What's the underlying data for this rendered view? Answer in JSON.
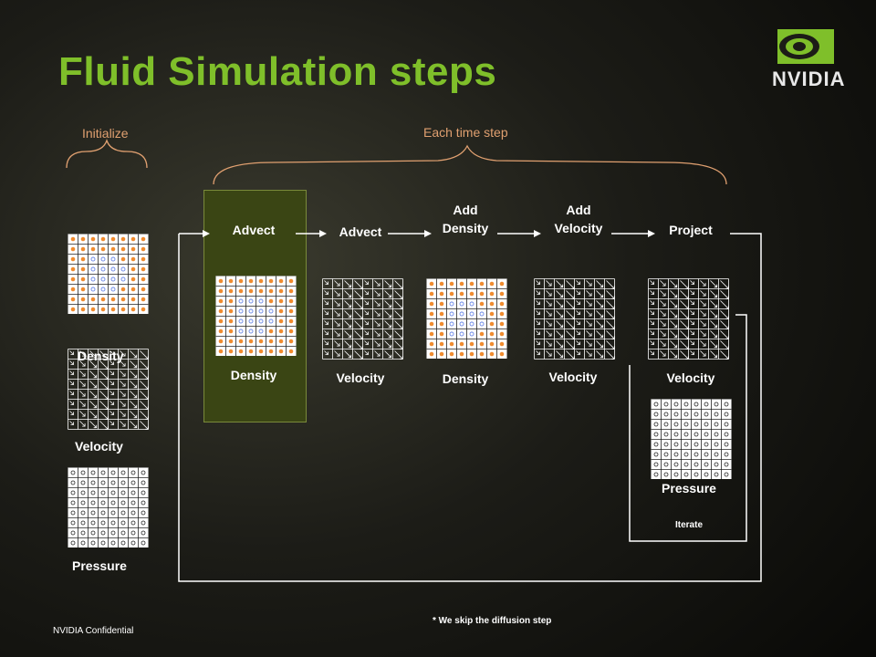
{
  "slide": {
    "title": "Fluid Simulation steps",
    "logo_text": "NVIDIA",
    "footer_left": "NVIDIA Confidential",
    "footer_note": "* We skip the diffusion step"
  },
  "phases": {
    "initialize": "Initialize",
    "each_step": "Each time step"
  },
  "initial": {
    "density_label": "Density",
    "velocity_label": "Velocity",
    "pressure_label": "Pressure"
  },
  "steps": [
    {
      "title": "Advect",
      "grid_label": "Density"
    },
    {
      "title": "Advect",
      "grid_label": "Velocity"
    },
    {
      "title": "Add\nDensity",
      "grid_label": "Density"
    },
    {
      "title": "Add\nVelocity",
      "grid_label": "Velocity"
    },
    {
      "title": "Project",
      "grid_label": "Velocity",
      "extra_label": "Pressure",
      "loop_label": "Iterate"
    }
  ],
  "colors": {
    "accent_green": "#7fbf2a",
    "dot_orange": "#f08c30",
    "dot_blue": "#6a88e8",
    "highlight_fill": "#3a4514"
  }
}
